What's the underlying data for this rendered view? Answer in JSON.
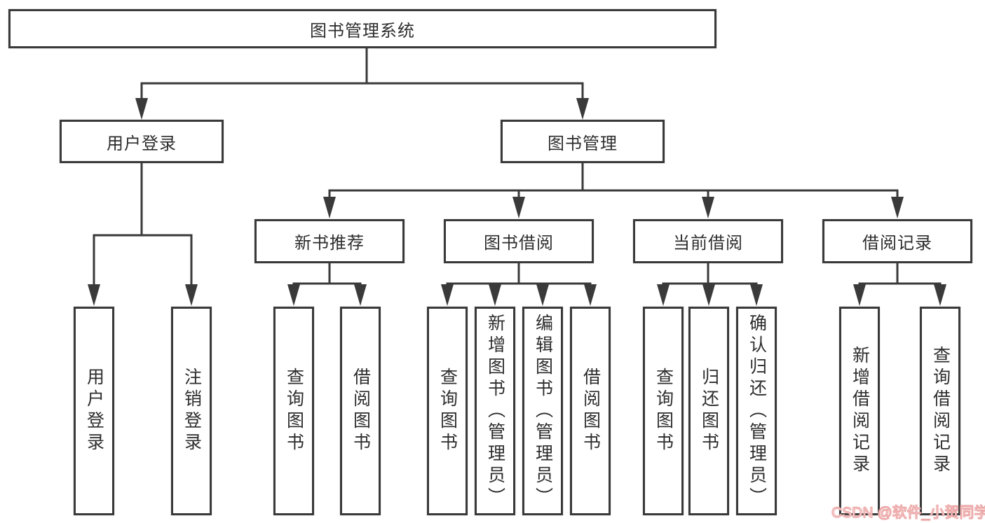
{
  "diagram": {
    "title": "图书管理系统",
    "colors": {
      "line": "#3a3a3a",
      "text": "#2d2d2d",
      "watermark_pink": "#eba3a3",
      "background": "#ffffff"
    },
    "nodes": {
      "root": {
        "label": "图书管理系统"
      },
      "user_login": {
        "label": "用户登录",
        "children": [
          {
            "label": "用户登录"
          },
          {
            "label": "注销登录"
          }
        ]
      },
      "book_mgmt": {
        "label": "图书管理",
        "children": [
          {
            "label": "新书推荐",
            "children": [
              {
                "label": "查询图书"
              },
              {
                "label": "借阅图书"
              }
            ]
          },
          {
            "label": "图书借阅",
            "children": [
              {
                "label": "查询图书"
              },
              {
                "label": "新增图书（管理员）"
              },
              {
                "label": "编辑图书（管理员）"
              },
              {
                "label": "借阅图书"
              }
            ]
          },
          {
            "label": "当前借阅",
            "children": [
              {
                "label": "查询图书"
              },
              {
                "label": "归还图书"
              },
              {
                "label": "确认归还（管理员）"
              }
            ]
          },
          {
            "label": "借阅记录",
            "children": [
              {
                "label": "新增借阅记录"
              },
              {
                "label": "查询借阅记录"
              }
            ]
          }
        ]
      }
    },
    "watermark": "CSDN @软件_小贺同学"
  }
}
